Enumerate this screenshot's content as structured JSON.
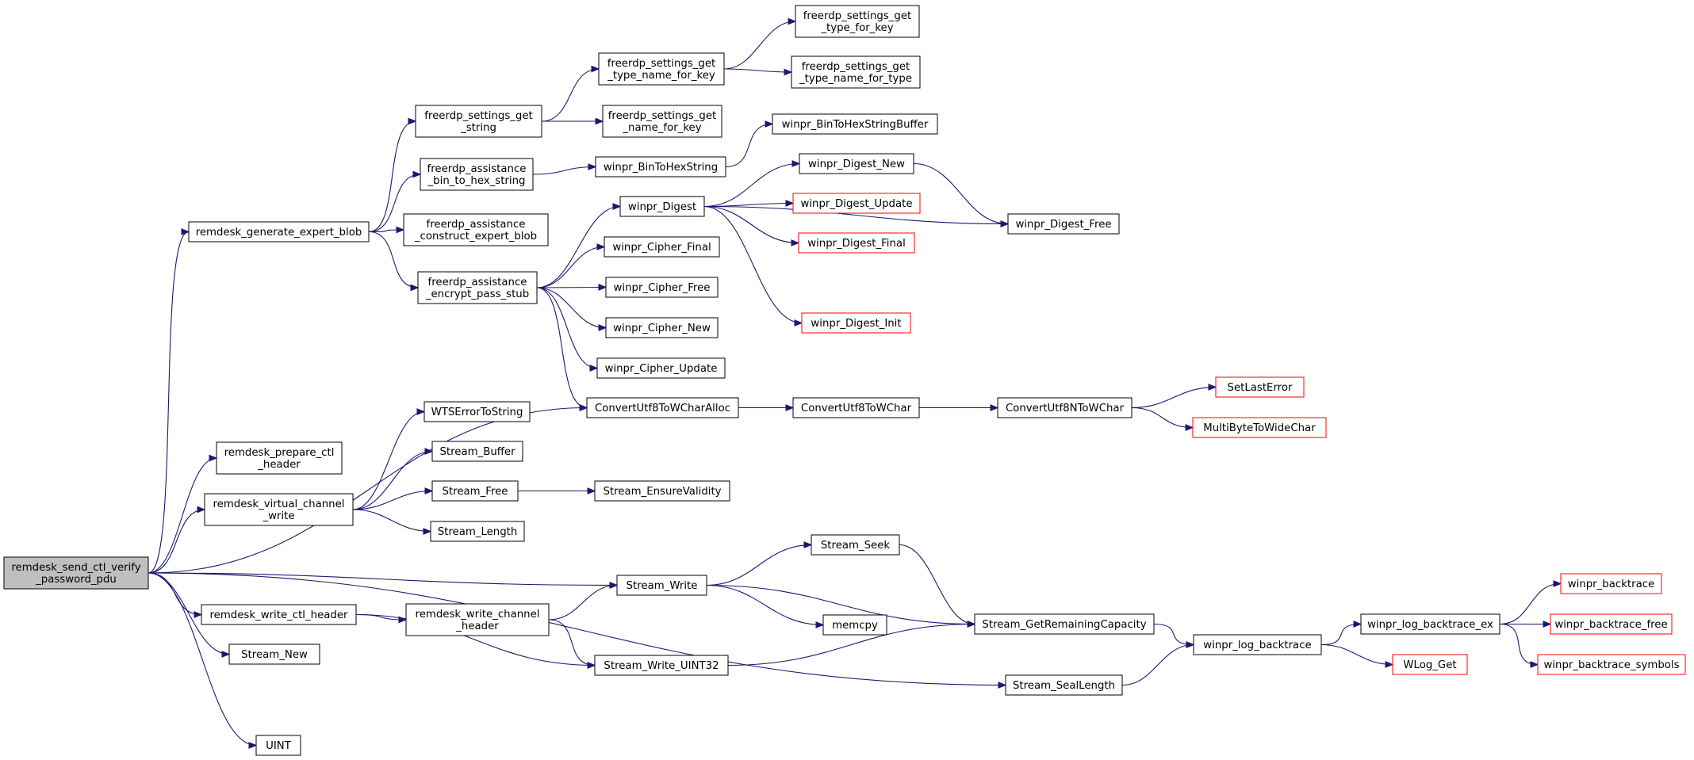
{
  "colors": {
    "edge": "#191970",
    "root_fill": "#bfbfbf",
    "red_border": "#ff0000",
    "border": "#000000"
  },
  "nodes": [
    {
      "id": "root",
      "lines": [
        "remdesk_send_ctl_verify",
        "_password_pdu"
      ],
      "style": "root"
    },
    {
      "id": "gen_blob",
      "lines": [
        "remdesk_generate_expert_blob"
      ],
      "style": "normal"
    },
    {
      "id": "prep_hdr",
      "lines": [
        "remdesk_prepare_ctl",
        "_header"
      ],
      "style": "normal"
    },
    {
      "id": "vc_write",
      "lines": [
        "remdesk_virtual_channel",
        "_write"
      ],
      "style": "normal"
    },
    {
      "id": "wctl_hdr",
      "lines": [
        "remdesk_write_ctl_header"
      ],
      "style": "normal"
    },
    {
      "id": "s_new",
      "lines": [
        "Stream_New"
      ],
      "style": "normal"
    },
    {
      "id": "uint",
      "lines": [
        "UINT"
      ],
      "style": "normal"
    },
    {
      "id": "get_str",
      "lines": [
        "freerdp_settings_get",
        "_string"
      ],
      "style": "normal"
    },
    {
      "id": "b2hex",
      "lines": [
        "freerdp_assistance",
        "_bin_to_hex_string"
      ],
      "style": "normal"
    },
    {
      "id": "construct",
      "lines": [
        "freerdp_assistance",
        "_construct_expert_blob"
      ],
      "style": "normal"
    },
    {
      "id": "encrypt",
      "lines": [
        "freerdp_assistance",
        "_encrypt_pass_stub"
      ],
      "style": "normal"
    },
    {
      "id": "conv_alloc",
      "lines": [
        "ConvertUtf8ToWCharAlloc"
      ],
      "style": "normal"
    },
    {
      "id": "wts_err",
      "lines": [
        "WTSErrorToString"
      ],
      "style": "normal"
    },
    {
      "id": "s_buffer",
      "lines": [
        "Stream_Buffer"
      ],
      "style": "normal"
    },
    {
      "id": "s_free",
      "lines": [
        "Stream_Free"
      ],
      "style": "normal"
    },
    {
      "id": "s_length",
      "lines": [
        "Stream_Length"
      ],
      "style": "normal"
    },
    {
      "id": "wch_hdr",
      "lines": [
        "remdesk_write_channel",
        "_header"
      ],
      "style": "normal"
    },
    {
      "id": "tnfk",
      "lines": [
        "freerdp_settings_get",
        "_type_name_for_key"
      ],
      "style": "normal"
    },
    {
      "id": "nfk",
      "lines": [
        "freerdp_settings_get",
        "_name_for_key"
      ],
      "style": "normal"
    },
    {
      "id": "b2hs",
      "lines": [
        "winpr_BinToHexString"
      ],
      "style": "normal"
    },
    {
      "id": "digest",
      "lines": [
        "winpr_Digest"
      ],
      "style": "normal"
    },
    {
      "id": "c_final",
      "lines": [
        "winpr_Cipher_Final"
      ],
      "style": "normal"
    },
    {
      "id": "c_free",
      "lines": [
        "winpr_Cipher_Free"
      ],
      "style": "normal"
    },
    {
      "id": "c_new",
      "lines": [
        "winpr_Cipher_New"
      ],
      "style": "normal"
    },
    {
      "id": "c_update",
      "lines": [
        "winpr_Cipher_Update"
      ],
      "style": "normal"
    },
    {
      "id": "s_ensure",
      "lines": [
        "Stream_EnsureValidity"
      ],
      "style": "normal"
    },
    {
      "id": "s_write",
      "lines": [
        "Stream_Write"
      ],
      "style": "normal"
    },
    {
      "id": "s_w32",
      "lines": [
        "Stream_Write_UINT32"
      ],
      "style": "normal"
    },
    {
      "id": "conv_wc",
      "lines": [
        "ConvertUtf8ToWChar"
      ],
      "style": "normal"
    },
    {
      "id": "tfk",
      "lines": [
        "freerdp_settings_get",
        "_type_for_key"
      ],
      "style": "normal"
    },
    {
      "id": "tnft",
      "lines": [
        "freerdp_settings_get",
        "_type_name_for_type"
      ],
      "style": "normal"
    },
    {
      "id": "b2hsb",
      "lines": [
        "winpr_BinToHexStringBuffer"
      ],
      "style": "normal"
    },
    {
      "id": "d_new",
      "lines": [
        "winpr_Digest_New"
      ],
      "style": "normal"
    },
    {
      "id": "d_update",
      "lines": [
        "winpr_Digest_Update"
      ],
      "style": "red"
    },
    {
      "id": "d_final",
      "lines": [
        "winpr_Digest_Final"
      ],
      "style": "red"
    },
    {
      "id": "d_init",
      "lines": [
        "winpr_Digest_Init"
      ],
      "style": "red"
    },
    {
      "id": "s_seek",
      "lines": [
        "Stream_Seek"
      ],
      "style": "normal"
    },
    {
      "id": "memcpy",
      "lines": [
        "memcpy"
      ],
      "style": "normal"
    },
    {
      "id": "conv_n",
      "lines": [
        "ConvertUtf8NToWChar"
      ],
      "style": "normal"
    },
    {
      "id": "d_free",
      "lines": [
        "winpr_Digest_Free"
      ],
      "style": "normal"
    },
    {
      "id": "s_grc",
      "lines": [
        "Stream_GetRemainingCapacity"
      ],
      "style": "normal"
    },
    {
      "id": "s_seal",
      "lines": [
        "Stream_SealLength"
      ],
      "style": "normal"
    },
    {
      "id": "set_err",
      "lines": [
        "SetLastError"
      ],
      "style": "red"
    },
    {
      "id": "mb2wc",
      "lines": [
        "MultiByteToWideChar"
      ],
      "style": "red"
    },
    {
      "id": "log_bt",
      "lines": [
        "winpr_log_backtrace"
      ],
      "style": "normal"
    },
    {
      "id": "log_bt_ex",
      "lines": [
        "winpr_log_backtrace_ex"
      ],
      "style": "normal"
    },
    {
      "id": "wlog_get",
      "lines": [
        "WLog_Get"
      ],
      "style": "red"
    },
    {
      "id": "bt",
      "lines": [
        "winpr_backtrace"
      ],
      "style": "red"
    },
    {
      "id": "bt_free",
      "lines": [
        "winpr_backtrace_free"
      ],
      "style": "red"
    },
    {
      "id": "bt_sym",
      "lines": [
        "winpr_backtrace_symbols"
      ],
      "style": "red"
    }
  ],
  "edges": [
    [
      "root",
      "gen_blob"
    ],
    [
      "root",
      "conv_alloc"
    ],
    [
      "root",
      "prep_hdr"
    ],
    [
      "root",
      "vc_write"
    ],
    [
      "root",
      "s_write"
    ],
    [
      "root",
      "wctl_hdr"
    ],
    [
      "root",
      "s_new"
    ],
    [
      "root",
      "s_seal"
    ],
    [
      "root",
      "uint"
    ],
    [
      "gen_blob",
      "get_str"
    ],
    [
      "gen_blob",
      "b2hex"
    ],
    [
      "gen_blob",
      "construct"
    ],
    [
      "gen_blob",
      "encrypt"
    ],
    [
      "get_str",
      "tnfk"
    ],
    [
      "get_str",
      "nfk"
    ],
    [
      "tnfk",
      "tfk"
    ],
    [
      "tnfk",
      "tnft"
    ],
    [
      "b2hex",
      "b2hs"
    ],
    [
      "b2hs",
      "b2hsb"
    ],
    [
      "encrypt",
      "digest"
    ],
    [
      "encrypt",
      "c_final"
    ],
    [
      "encrypt",
      "c_free"
    ],
    [
      "encrypt",
      "c_new"
    ],
    [
      "encrypt",
      "c_update"
    ],
    [
      "encrypt",
      "conv_alloc"
    ],
    [
      "digest",
      "d_new"
    ],
    [
      "digest",
      "d_update"
    ],
    [
      "digest",
      "d_final"
    ],
    [
      "digest",
      "d_free"
    ],
    [
      "digest",
      "d_init"
    ],
    [
      "d_new",
      "d_free"
    ],
    [
      "conv_alloc",
      "conv_wc"
    ],
    [
      "conv_wc",
      "conv_n"
    ],
    [
      "conv_n",
      "set_err"
    ],
    [
      "conv_n",
      "mb2wc"
    ],
    [
      "vc_write",
      "wts_err"
    ],
    [
      "vc_write",
      "s_buffer"
    ],
    [
      "vc_write",
      "s_free"
    ],
    [
      "vc_write",
      "s_length"
    ],
    [
      "s_free",
      "s_ensure"
    ],
    [
      "wctl_hdr",
      "wch_hdr"
    ],
    [
      "wctl_hdr",
      "s_w32"
    ],
    [
      "wch_hdr",
      "s_write"
    ],
    [
      "wch_hdr",
      "s_w32"
    ],
    [
      "s_write",
      "s_seek"
    ],
    [
      "s_write",
      "s_grc"
    ],
    [
      "s_write",
      "memcpy"
    ],
    [
      "s_seek",
      "s_grc"
    ],
    [
      "s_w32",
      "s_grc"
    ],
    [
      "s_grc",
      "log_bt"
    ],
    [
      "s_seal",
      "log_bt"
    ],
    [
      "log_bt",
      "log_bt_ex"
    ],
    [
      "log_bt",
      "wlog_get"
    ],
    [
      "log_bt_ex",
      "bt"
    ],
    [
      "log_bt_ex",
      "bt_free"
    ],
    [
      "log_bt_ex",
      "bt_sym"
    ]
  ]
}
